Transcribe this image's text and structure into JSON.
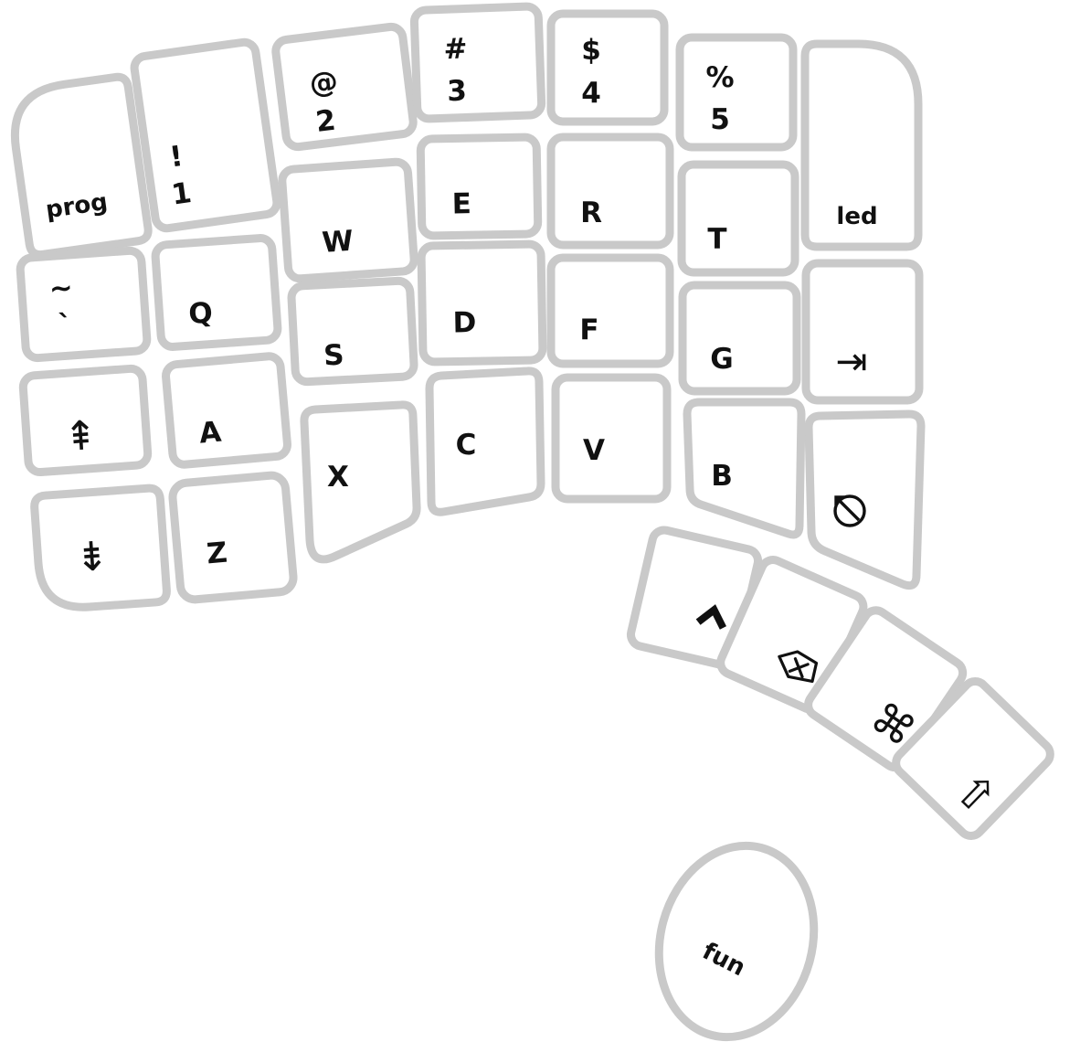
{
  "theme": {
    "colors": {
      "key-outline": "#c9c9c9",
      "key-fill": "#ffffff",
      "label": "#111111",
      "bg": "#ffffff"
    }
  },
  "keyboard": {
    "description": "Ergonomic split keyboard layout diagram, left half",
    "keys": {
      "prog": {
        "label": "prog"
      },
      "num1": {
        "shift": "!",
        "tap": "1"
      },
      "num2": {
        "shift": "@",
        "tap": "2"
      },
      "num3": {
        "shift": "#",
        "tap": "3"
      },
      "num4": {
        "shift": "$",
        "tap": "4"
      },
      "num5": {
        "shift": "%",
        "tap": "5"
      },
      "led": {
        "label": "led"
      },
      "grave": {
        "shift": "~",
        "tap": "`"
      },
      "q": {
        "label": "Q"
      },
      "w": {
        "label": "W"
      },
      "e": {
        "label": "E"
      },
      "r": {
        "label": "R"
      },
      "t": {
        "label": "T"
      },
      "tab": {
        "icon": "tab-icon",
        "glyph": "⇥"
      },
      "pageup": {
        "icon": "page-up-icon",
        "glyph": "⇞"
      },
      "a": {
        "label": "A"
      },
      "s": {
        "label": "S"
      },
      "d": {
        "label": "D"
      },
      "f": {
        "label": "F"
      },
      "g": {
        "label": "G"
      },
      "esc": {
        "icon": "escape-icon"
      },
      "pagedown": {
        "icon": "page-down-icon",
        "glyph": "⇟"
      },
      "z": {
        "label": "Z"
      },
      "x": {
        "label": "X"
      },
      "c": {
        "label": "C"
      },
      "v": {
        "label": "V"
      },
      "b": {
        "label": "B"
      },
      "ctrl": {
        "icon": "control-icon"
      },
      "backspace": {
        "icon": "backspace-icon"
      },
      "cmd": {
        "icon": "command-icon",
        "glyph": "⌘"
      },
      "shift": {
        "icon": "shift-icon",
        "glyph": "⇧"
      },
      "fun": {
        "label": "fun"
      }
    }
  }
}
